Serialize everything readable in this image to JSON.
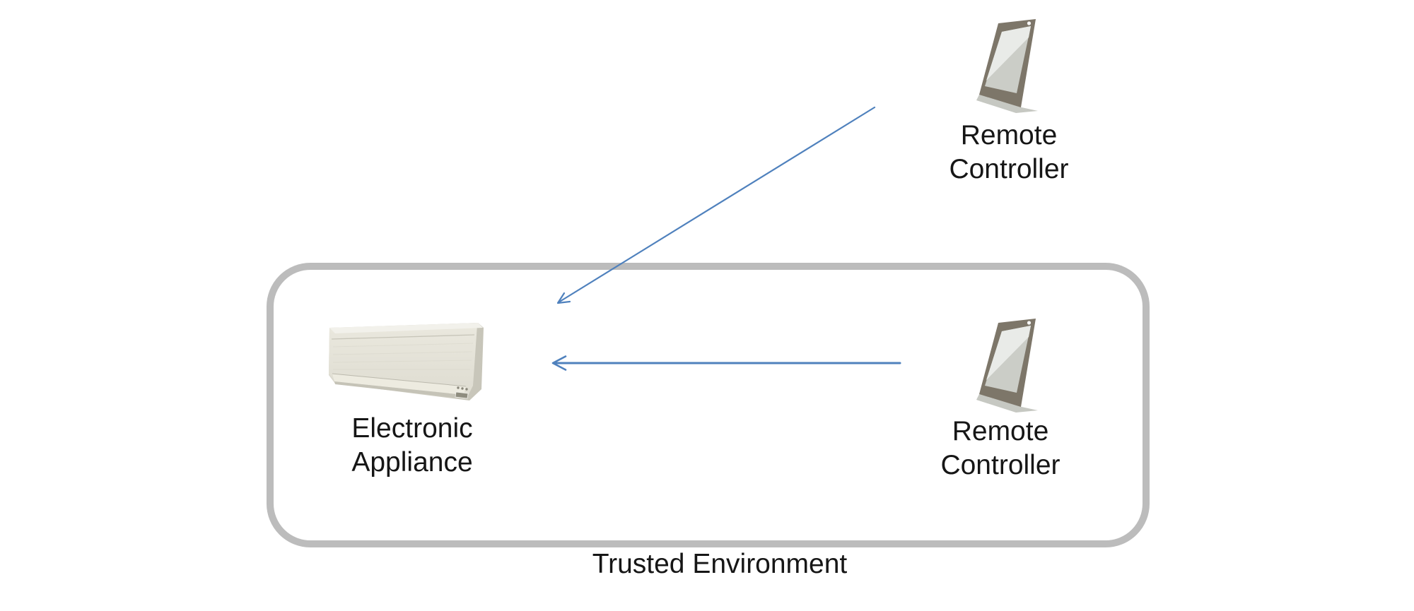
{
  "diagram": {
    "zone": {
      "label": "Trusted Environment",
      "border_color": "#bcbcbc"
    },
    "nodes": {
      "appliance": {
        "label": "Electronic Appliance",
        "icon": "air-conditioner-icon"
      },
      "remote_outside": {
        "label": "Remote Controller",
        "icon": "smartphone-icon"
      },
      "remote_inside": {
        "label": "Remote Controller",
        "icon": "smartphone-icon"
      }
    },
    "arrows": {
      "color": "#4f81bd",
      "items": [
        {
          "from": "remote_outside",
          "to": "appliance",
          "direction": "diagonal-down-left",
          "head": "open-arrow"
        },
        {
          "from": "remote_inside",
          "to": "appliance",
          "direction": "horizontal-left",
          "head": "open-arrow"
        }
      ]
    },
    "colors": {
      "background": "#ffffff",
      "text": "#161616",
      "zone_border": "#bcbcbc",
      "arrow": "#4f81bd"
    }
  }
}
